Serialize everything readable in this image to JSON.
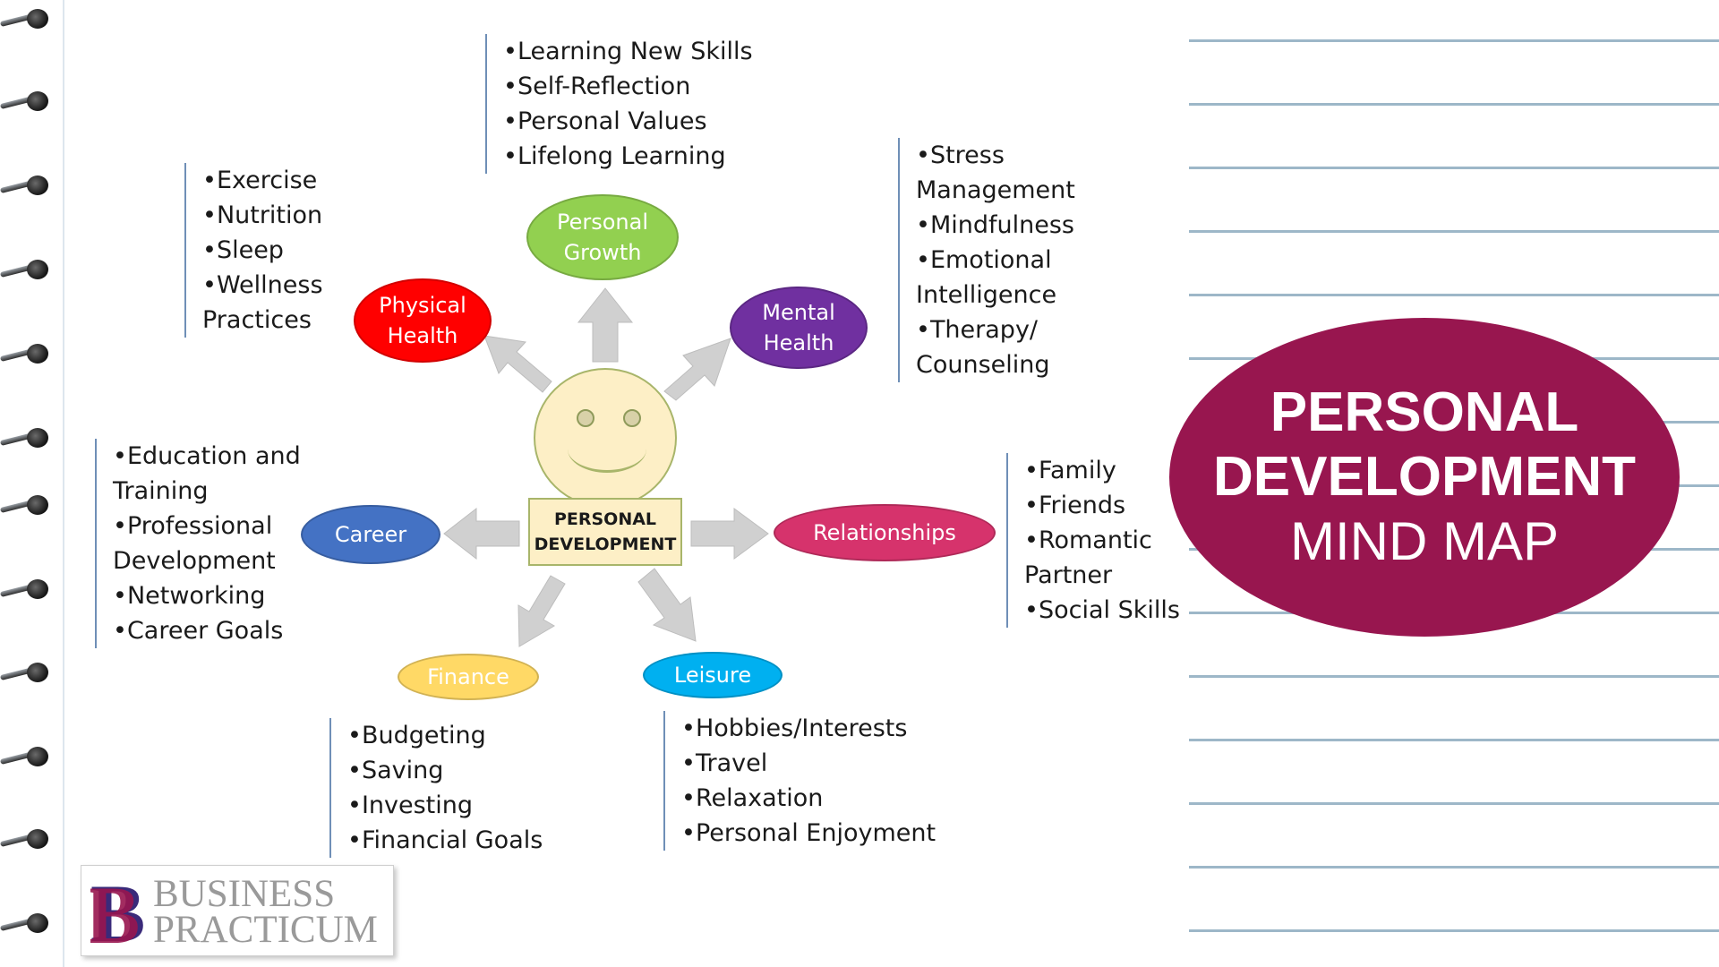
{
  "title": {
    "line1": "PERSONAL",
    "line2": "DEVELOPMENT",
    "line3": "MIND MAP",
    "color": "#98164f"
  },
  "center": {
    "line1": "PERSONAL",
    "line2": "DEVELOPMENT",
    "icon": "smiley-face-icon"
  },
  "nodes": {
    "personal_growth": {
      "line1": "Personal",
      "line2": "Growth",
      "color": "#92d050"
    },
    "physical_health": {
      "line1": "Physical",
      "line2": "Health",
      "color": "#ff0000"
    },
    "mental_health": {
      "line1": "Mental",
      "line2": "Health",
      "color": "#7030a0"
    },
    "career": {
      "label": "Career",
      "color": "#4472c4"
    },
    "relationships": {
      "label": "Relationships",
      "color": "#d6336c"
    },
    "finance": {
      "label": "Finance",
      "color": "#ffd966"
    },
    "leisure": {
      "label": "Leisure",
      "color": "#00b0f0"
    }
  },
  "lists": {
    "personal_growth": [
      "Learning New Skills",
      "Self-Reflection",
      "Personal Values",
      "Lifelong Learning"
    ],
    "physical_health": [
      "Exercise",
      "Nutrition",
      "Sleep",
      "Wellness Practices"
    ],
    "mental_health": [
      "Stress Management",
      "Mindfulness",
      "Emotional Intelligence",
      "Therapy/ Counseling"
    ],
    "career": [
      "Education and Training",
      "Professional Development",
      "Networking",
      "Career Goals"
    ],
    "relationships": [
      "Family",
      "Friends",
      "Romantic Partner",
      "Social Skills"
    ],
    "finance": [
      "Budgeting",
      "Saving",
      "Investing",
      "Financial Goals"
    ],
    "leisure": [
      "Hobbies/Interests",
      "Travel",
      "Relaxation",
      "Personal Enjoyment"
    ]
  },
  "logo": {
    "line1": "BUSINESS",
    "line2": "PRACTICUM",
    "mark_letter": "B",
    "colors": [
      "#98164f",
      "#3a2a7a"
    ]
  },
  "arrow_color": "#d0d0d0"
}
